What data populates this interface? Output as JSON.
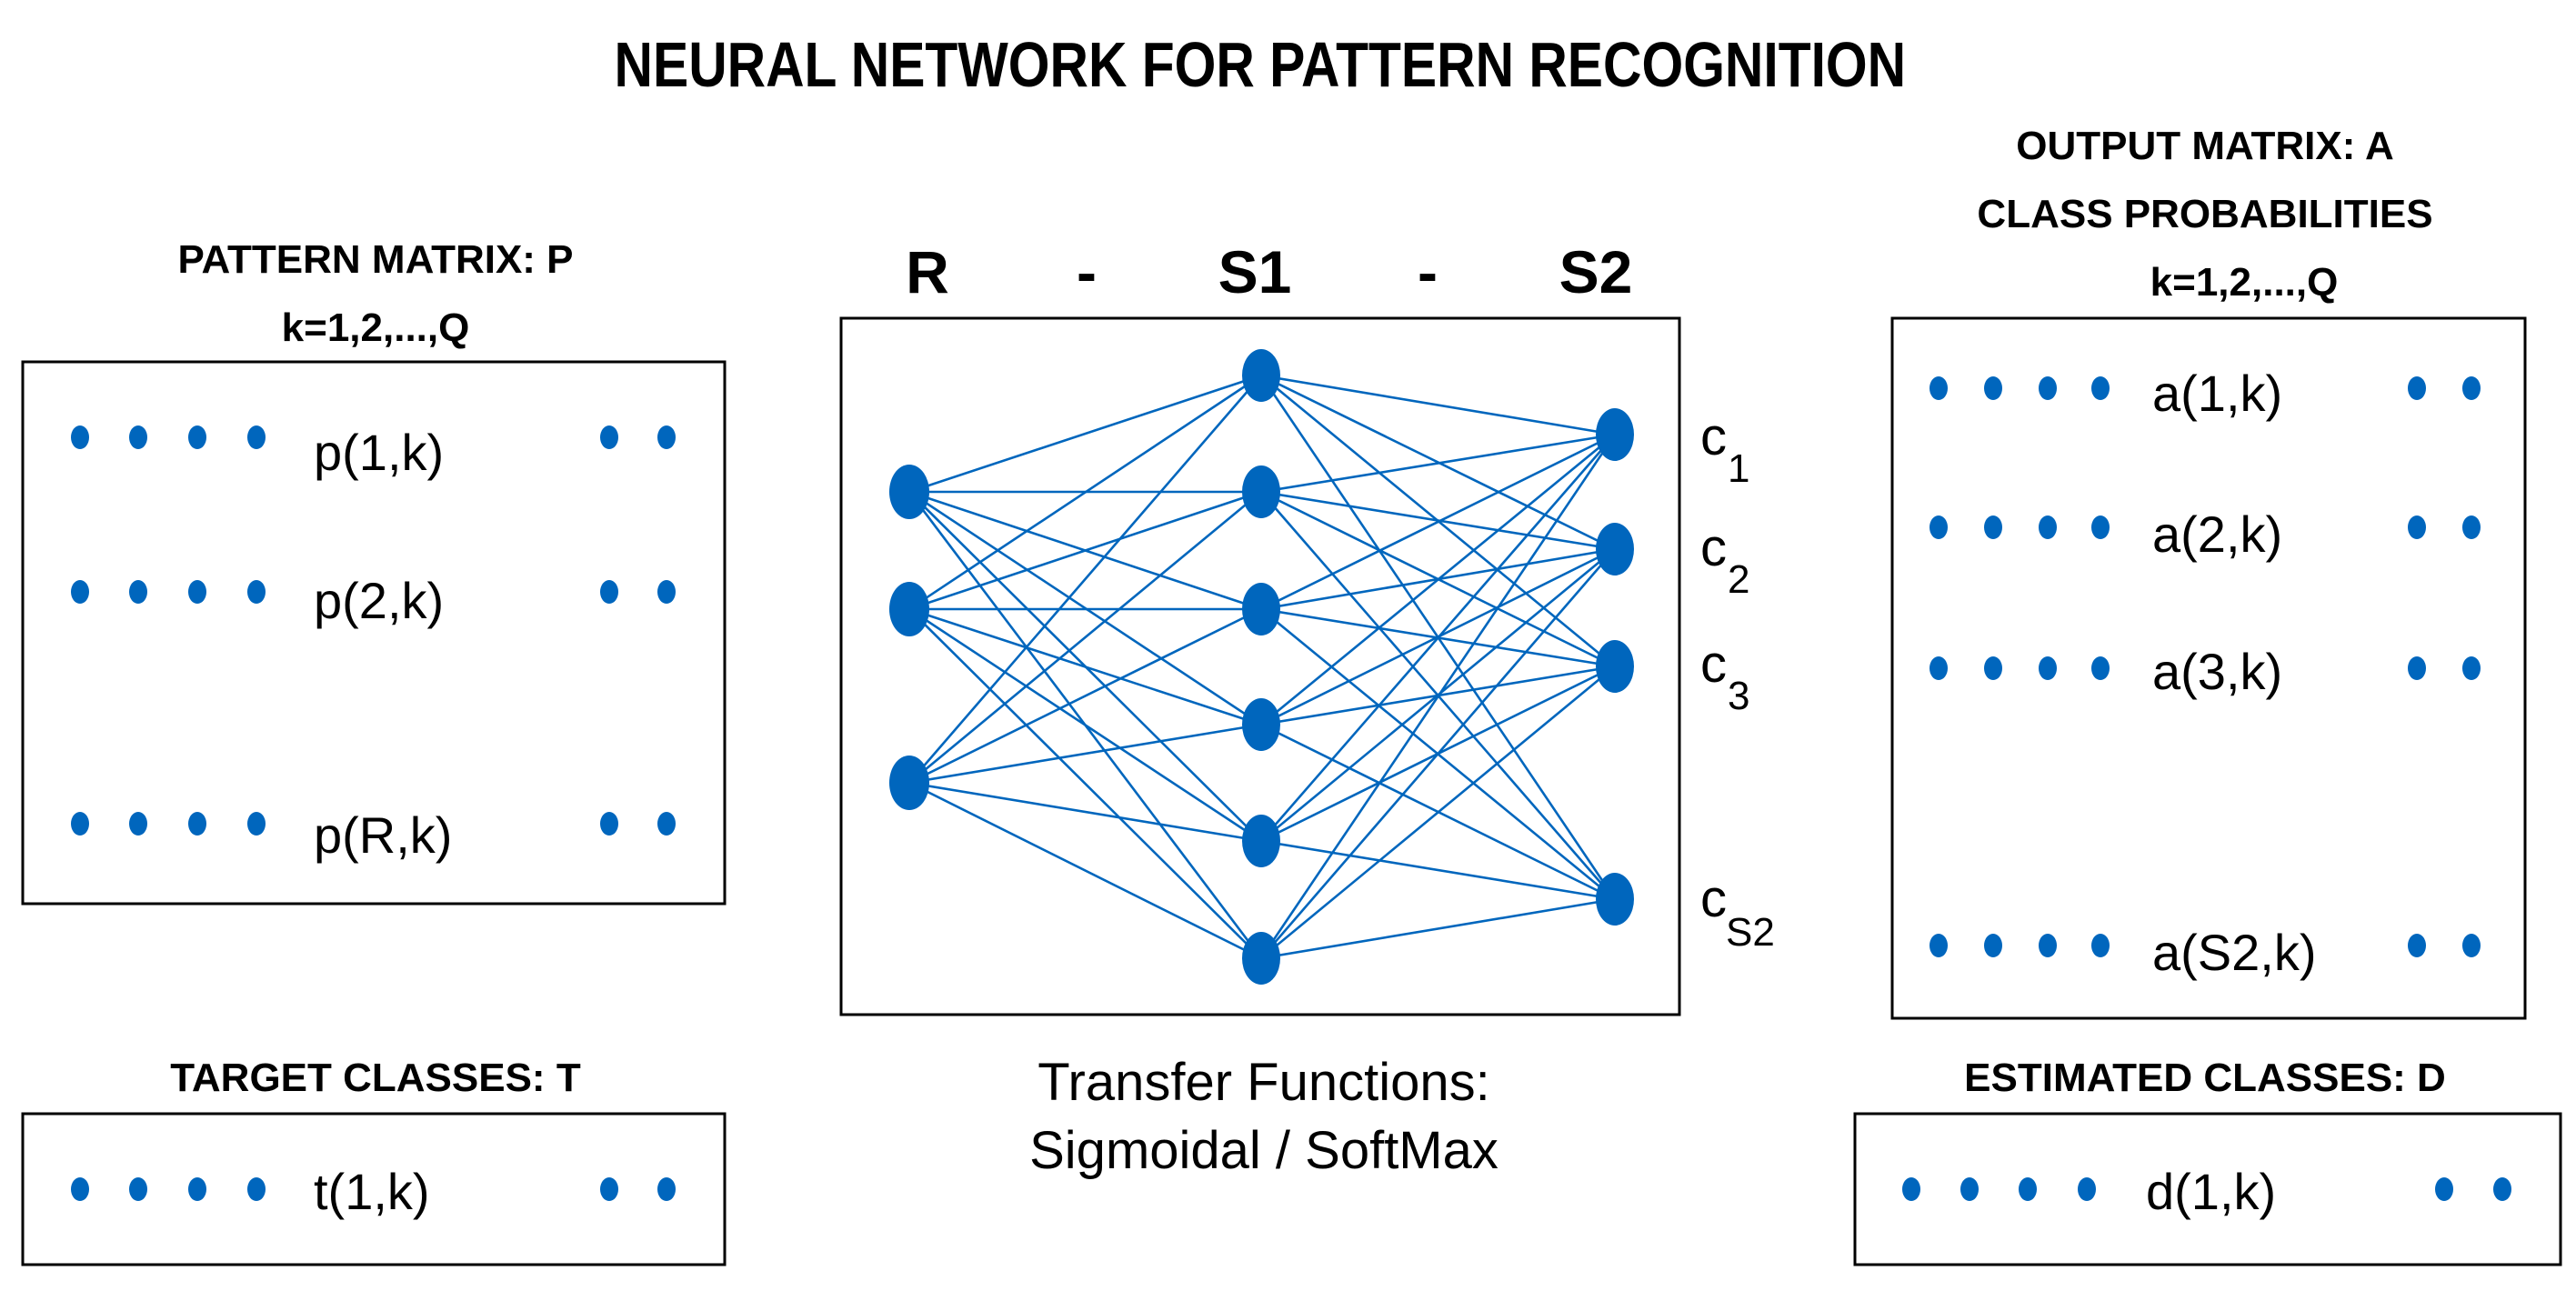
{
  "title": "NEURAL NETWORK FOR PATTERN RECOGNITION",
  "colors": {
    "accent": "#0066bd",
    "frame": "#000000"
  },
  "pattern_matrix": {
    "header_1": "PATTERN MATRIX: P",
    "header_2": "k=1,2,...,Q",
    "rows": [
      "p(1,k)",
      "p(2,k)",
      "p(R,k)"
    ]
  },
  "target_classes": {
    "header": "TARGET CLASSES: T",
    "rows": [
      "t(1,k)"
    ]
  },
  "network": {
    "layers": [
      "R",
      "-",
      "S1",
      "-",
      "S2"
    ],
    "input_nodes": 3,
    "hidden_nodes": 6,
    "output_nodes": 4,
    "class_labels": [
      {
        "base": "c",
        "sub": "1"
      },
      {
        "base": "c",
        "sub": "2"
      },
      {
        "base": "c",
        "sub": "3"
      },
      {
        "base": "c",
        "sub": "S2"
      }
    ],
    "caption_1": "Transfer Functions:",
    "caption_2": "Sigmoidal / SoftMax"
  },
  "output_matrix": {
    "header_1": "OUTPUT MATRIX: A",
    "header_2": "CLASS PROBABILITIES",
    "header_3": "k=1,2,...,Q",
    "rows": [
      "a(1,k)",
      "a(2,k)",
      "a(3,k)",
      "a(S2,k)"
    ]
  },
  "estimated_classes": {
    "header": "ESTIMATED CLASSES: D",
    "rows": [
      "d(1,k)"
    ]
  }
}
